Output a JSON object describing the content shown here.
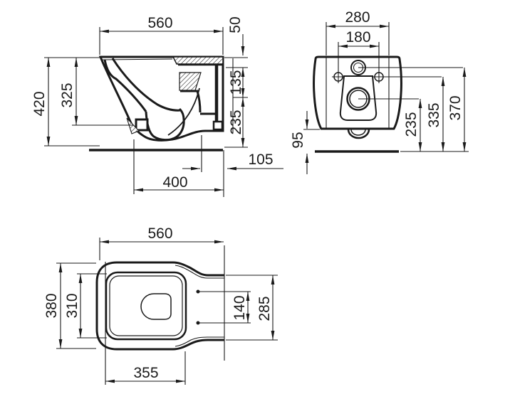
{
  "drawing": {
    "line_color": "#1a1a1a",
    "background_color": "#ffffff",
    "side_view": {
      "depth": "560",
      "rim_drop": "50",
      "height": "420",
      "front_height": "325",
      "upper_back_height": "135",
      "lower_back_height": "235",
      "outlet_wall_offset": "105",
      "mounting_depth": "400"
    },
    "rear_view": {
      "back_width": "280",
      "bolt_spacing": "180",
      "inlet_height": "370",
      "bolt_height": "335",
      "outlet_height": "235",
      "floor_clearance": "95"
    },
    "top_view": {
      "depth": "560",
      "width": "380",
      "rim_width": "310",
      "fixing_spacing": "140",
      "rear_section_width": "285",
      "bowl_length": "355"
    }
  }
}
